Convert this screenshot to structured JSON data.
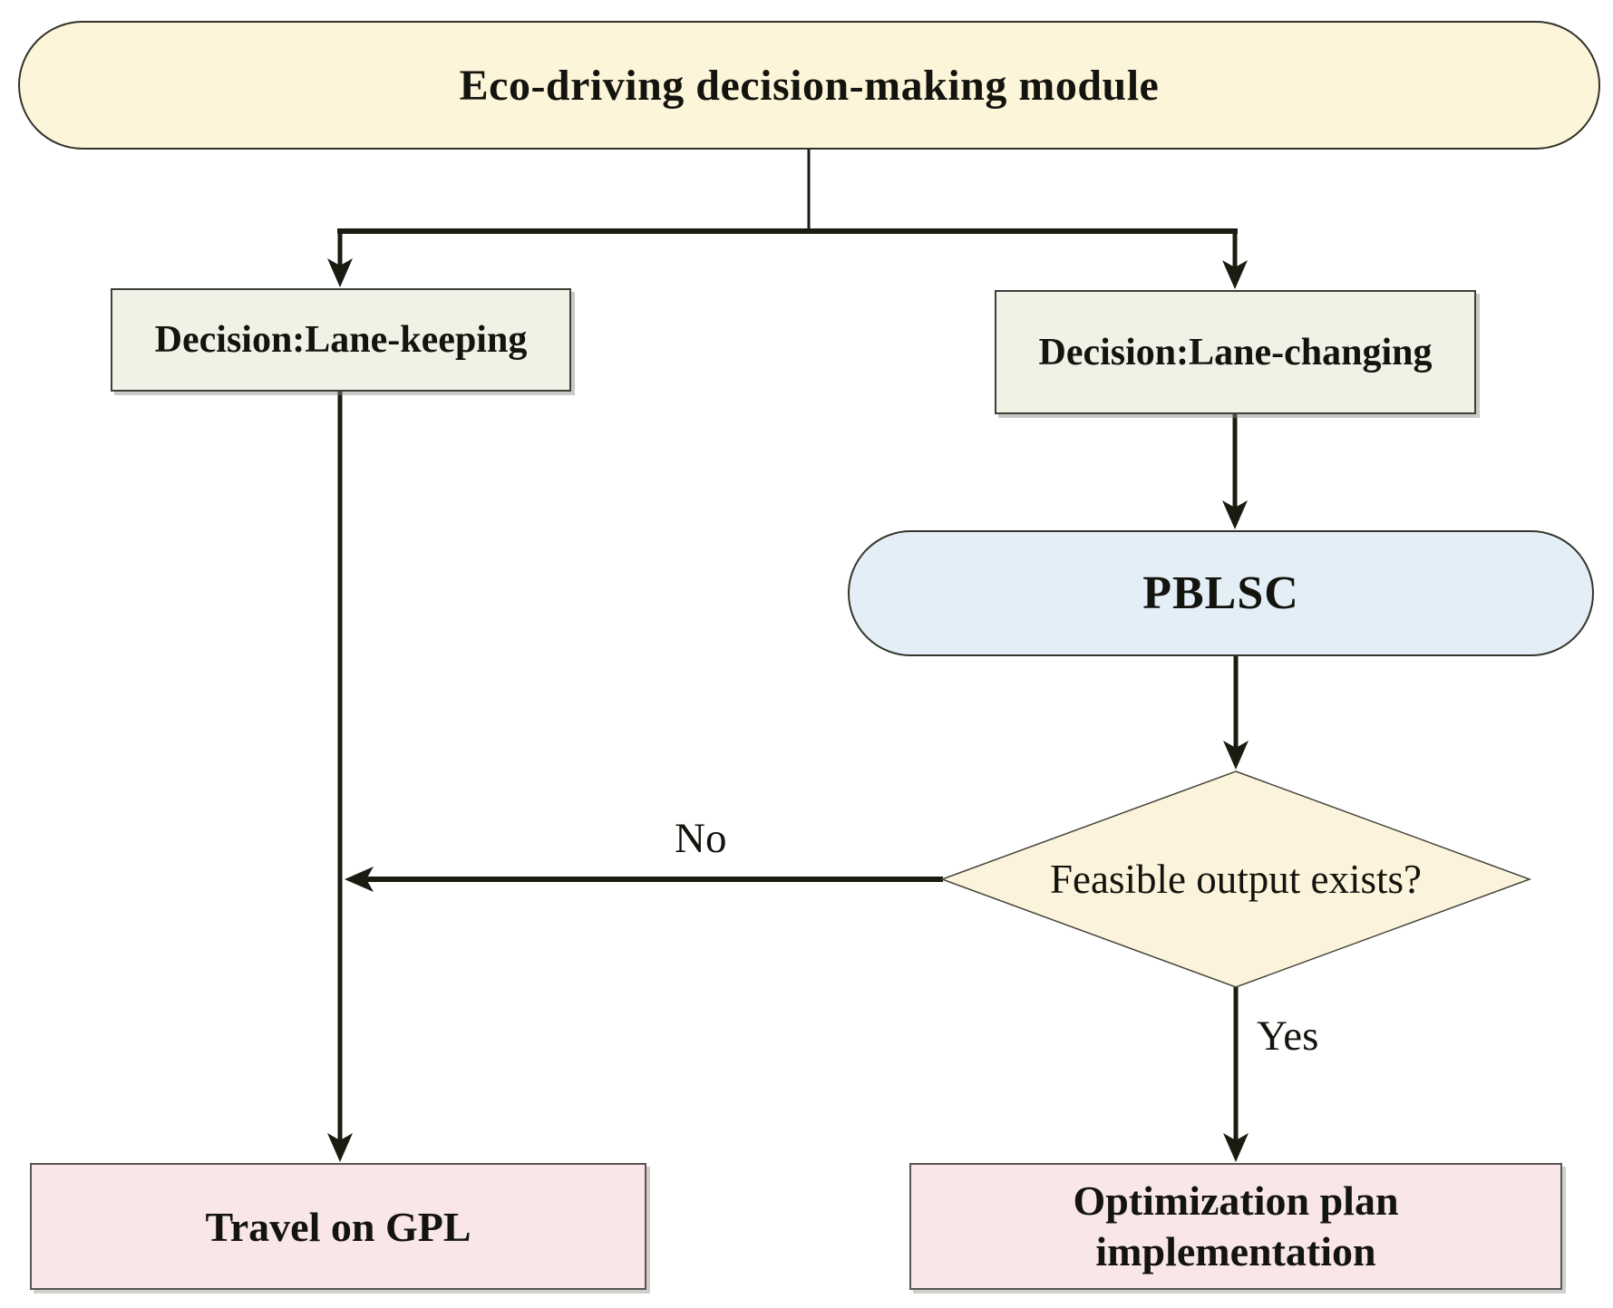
{
  "flowchart": {
    "title": "Eco-driving decision-making module",
    "nodes": {
      "decision_left": "Decision:Lane-keeping",
      "decision_right": "Decision:Lane-changing",
      "pblsc": "PBLSC",
      "condition": "Feasible output exists?",
      "travel": "Travel on GPL",
      "optimization": "Optimization plan implementation"
    },
    "edge_labels": {
      "no": "No",
      "yes": "Yes"
    },
    "colors": {
      "module_fill": "#fdf5da",
      "decision_fill": "#eff3e6",
      "process_fill": "#e3eef7",
      "condition_fill": "#fcf3dc",
      "terminal_fill": "#f8e6e9",
      "line": "#1b1b12",
      "border": "#33332b"
    }
  }
}
